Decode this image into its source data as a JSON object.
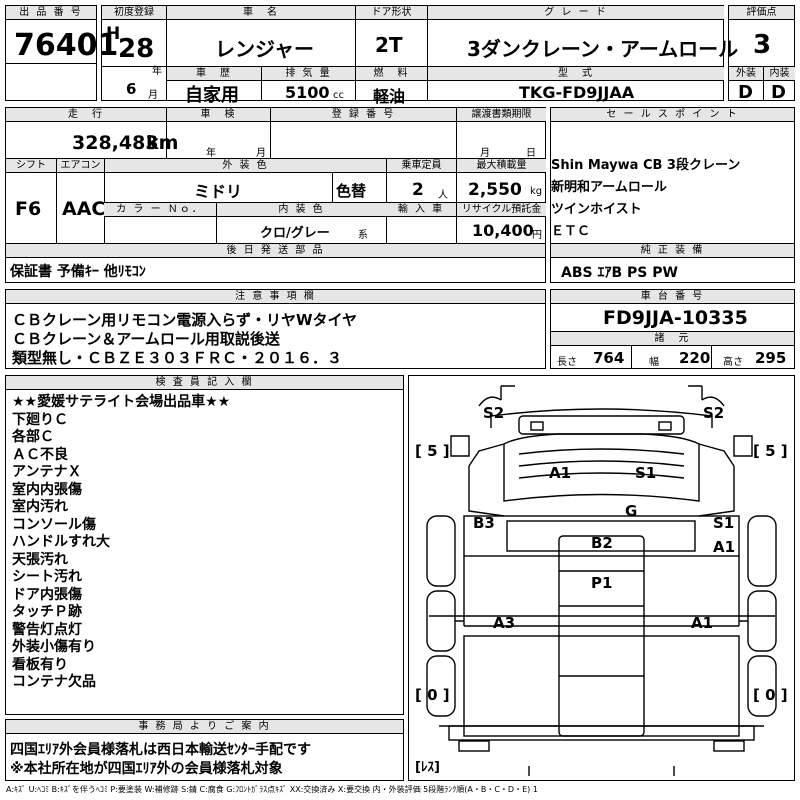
{
  "header": {
    "lot_label": "出 品 番 号",
    "lot_no": "76401",
    "first_reg_label": "初度登録",
    "era": "H",
    "year": "28",
    "year_unit": "年",
    "month": "6",
    "month_unit": "月",
    "car_name_label": "車　名",
    "car_name": "レンジャー",
    "door_label": "ドア形状",
    "door": "2T",
    "grade_label": "グ レ ー ド",
    "grade": "3ダンクレーン・アームロール",
    "score_label": "評価点",
    "score": "3",
    "history_label": "車　歴",
    "history": "自家用",
    "displacement_label": "排 気 量",
    "displacement": "5100",
    "displacement_unit": "cc",
    "fuel_label": "燃　料",
    "fuel": "軽油",
    "model_label": "型　式",
    "model": "TKG-FD9JJAA",
    "ext_label": "外装",
    "ext": "D",
    "int_label": "内装",
    "int": "D"
  },
  "row2": {
    "mileage_label": "走　行",
    "mileage": "328,483",
    "mileage_unit": "km",
    "inspection_label": "車　検",
    "insp_year": "年",
    "insp_month": "月",
    "regno_label": "登 録 番 号",
    "doc_label": "譲渡書類期限",
    "doc_month": "月",
    "doc_day": "日",
    "shift_label": "シフト",
    "shift": "F6",
    "ac_label": "エアコン",
    "ac": "AAC",
    "color_label": "外 装 色",
    "color": "ミドリ",
    "color_change": "色替",
    "capacity_label": "乗車定員",
    "capacity": "2",
    "capacity_unit": "人",
    "load_label": "最大積載量",
    "load": "2,550",
    "load_unit": "kg",
    "colorno_label": "カ ラ ー Ｎｏ．",
    "interior_label": "内 装 色",
    "interior": "クロ/グレー",
    "interior_unit": "系",
    "import_label": "輸 入 車",
    "recycle_label": "リサイクル預託金",
    "recycle": "10,400",
    "recycle_unit": "円",
    "sales_label": "セ ー ル ス ポ イ ン ト",
    "sales_lines": [
      "Shin Maywa CB 3段クレーン",
      "新明和アームロール",
      "ツインホイスト",
      "ＥＴＣ"
    ],
    "later_label": "後 日 発 送 部 品",
    "later": "保証書 予備ｷｰ 他ﾘﾓｺﾝ",
    "equip_label": "純 正 装 備",
    "equip": "ABS ｴｱB PS PW"
  },
  "notes": {
    "label": "注 意 事 項 欄",
    "lines": [
      "ＣＢクレーン用リモコン電源入らず・リヤWタイヤ",
      "ＣＢクレーン＆アームロール用取説後送",
      "類型無し・ＣＢＺＥ３０３ＦＲＣ・２０１６．３"
    ],
    "chassis_label": "車 台 番 号",
    "chassis": "FD9JJA-10335",
    "spec_label": "諸　元",
    "len_label": "長さ",
    "len": "764",
    "wid_label": "幅",
    "wid": "220",
    "hgt_label": "高さ",
    "hgt": "295"
  },
  "inspector": {
    "label": "検 査 員 記 入 欄",
    "lines": [
      "★★愛媛サテライト会場出品車★★",
      "下廻りＣ",
      "各部Ｃ",
      "ＡＣ不良",
      "アンテナＸ",
      "室内内張傷",
      "室内汚れ",
      "コンソール傷",
      "ハンドルすれ大",
      "天張汚れ",
      "シート汚れ",
      "ドア内張傷",
      "タッチＰ跡",
      "警告灯点灯",
      "外装小傷有り",
      "看板有り",
      "コンテナ欠品"
    ]
  },
  "diagram": {
    "marks": [
      "S2",
      "S2",
      "A1",
      "S1",
      "G",
      "B3",
      "S1",
      "A1",
      "B2",
      "P1",
      "A3",
      "A1"
    ],
    "tire_marks": [
      "[ 5 ]",
      "[ 5 ]",
      "[ 0 ]",
      "[ 0 ]",
      "[ﾚｽ]"
    ]
  },
  "office": {
    "label": "事 務 局 よ り ご 案 内",
    "lines": [
      "四国ｴﾘｱ外会員様落札は西日本輸送ｾﾝﾀｰ手配です",
      "※本社所在地が四国ｴﾘｱ外の会員様落札対象"
    ]
  },
  "legend": "A:ｷｽﾞ U:ﾍｺﾐ B:ｷｽﾞを伴うﾍｺﾐ P:要塗装 W:補修跡 S:錆 C:腐食 G:ﾌﾛﾝﾄｶﾞﾗｽ点ｷｽﾞ XX:交換済み X:要交換 内・外装評価 5段階ﾗﾝｸ順(A・B・C・D・E) 1"
}
